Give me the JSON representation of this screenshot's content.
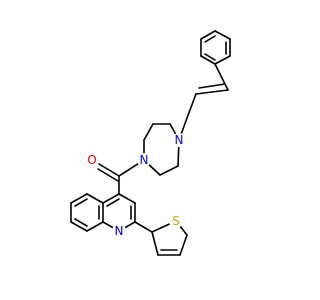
{
  "molecule": {
    "atoms": {
      "O": {
        "label": "O",
        "color": "#ff0000"
      },
      "N_top": {
        "label": "N",
        "color": "#0000ff"
      },
      "N_bottom": {
        "label": "N",
        "color": "#0000ff"
      },
      "N_quinoline": {
        "label": "N",
        "color": "#0000ff"
      },
      "S": {
        "label": "S",
        "color": "#ccaa00"
      }
    },
    "bond_color": "#000000"
  }
}
